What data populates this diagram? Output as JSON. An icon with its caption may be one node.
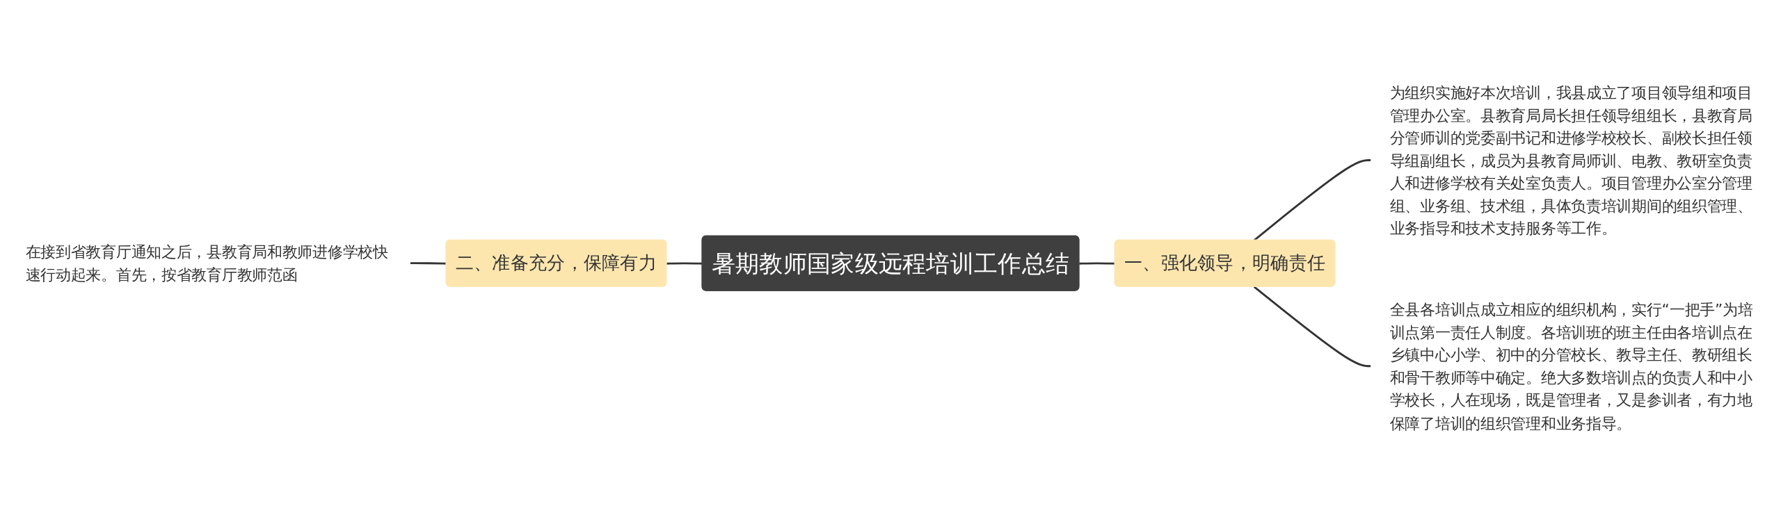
{
  "diagram": {
    "nodes": [
      {
        "text": [
          "暑期教师国家级远程培训工作总结"
        ]
      },
      {
        "text": [
          "一、强化领导，明确责任"
        ]
      },
      {
        "text": [
          "为组织实施好本次培训，我县成立了项目领导组和项目管理办公室。县教育局局长担任领导组组长，县教育局分管师训的党委副书记和进修学校校长、副校长担任领导组副组长，成员为县教育局师训、电教、教研室负责人和进修学校有关处室负责人。项目管理办公室分管理组、业务组、技术组，具体负责培训期间的组织管理、业务指导和技术支持服务等工作。"
        ]
      },
      {
        "text": [
          "全县各培训点成立相应的组织机构，实行“一把手”为培训点第一责任人制度。各培训班的班主任由各培训点在乡镇中心小学、初中的分管校长、教导主任、教研组长和骨干教师等中确定。绝大多数培训点的负责人和中小学校长，人在现场，既是管理者，又是参训者，有力地保障了培训的组织管理和业务指导。"
        ]
      },
      {
        "text": [
          "二、准备充分，保障有力"
        ]
      },
      {
        "text": [
          "在接到省教育厅通知之后，县教育局和教师进修学校快速行动起来。首先，按省教育厅教师范函"
        ]
      }
    ],
    "edges": [
      {
        "from": 0,
        "to": 1,
        "arrow": "none"
      },
      {
        "from": 1,
        "to": 2,
        "arrow": "none"
      },
      {
        "from": 1,
        "to": 3,
        "arrow": "none"
      },
      {
        "from": 4,
        "to": 0,
        "arrow": "none"
      },
      {
        "from": 5,
        "to": 4,
        "arrow": "none"
      }
    ]
  }
}
